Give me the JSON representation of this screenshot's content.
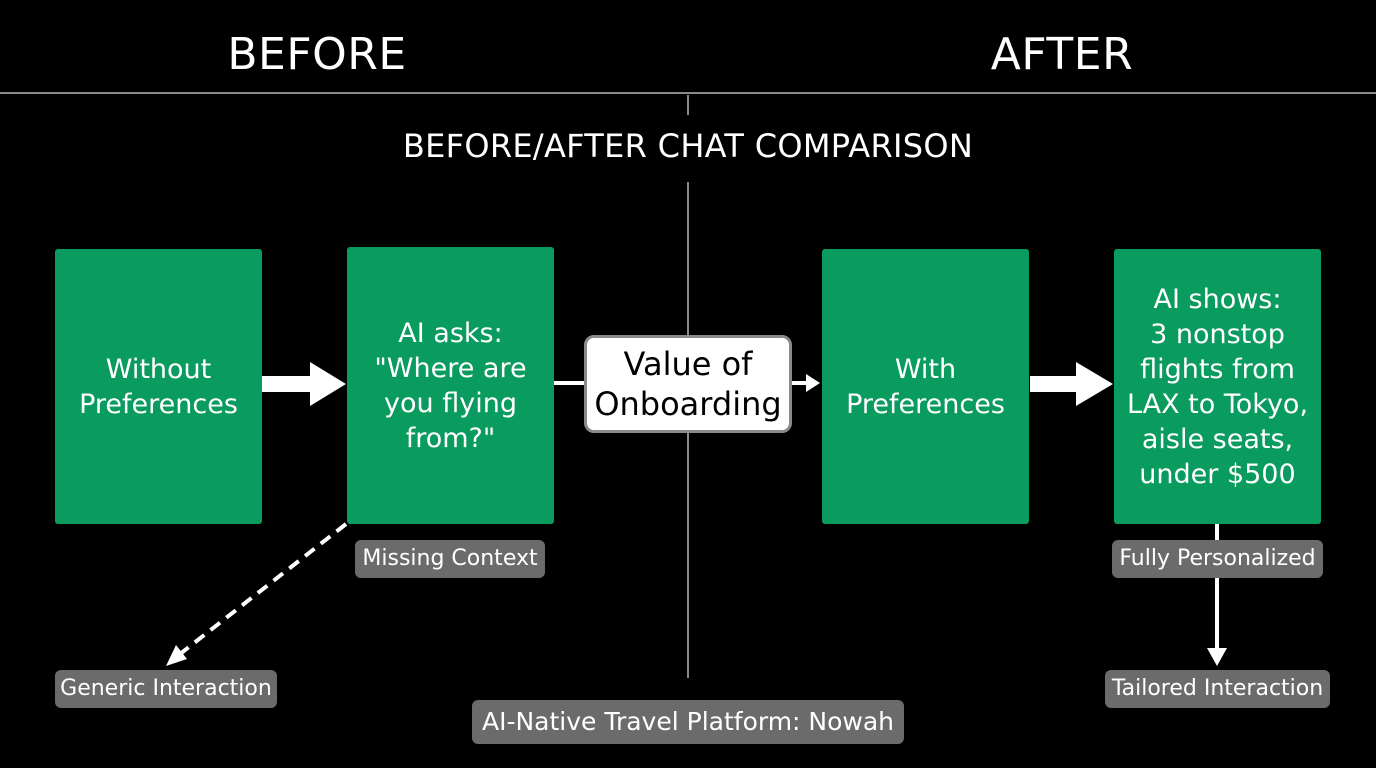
{
  "headers": {
    "before": "BEFORE",
    "after": "AFTER"
  },
  "subtitle": "BEFORE/AFTER CHAT COMPARISON",
  "before": {
    "card_without": "Without\nPreferences",
    "card_ai_asks": "AI asks:\n\"Where are\nyou flying\nfrom?\"",
    "badge_missing": "Missing Context",
    "result_generic": "Generic Interaction"
  },
  "center": {
    "value_box": "Value of\nOnboarding"
  },
  "after": {
    "card_with": "With\nPreferences",
    "card_ai_shows": "AI shows:\n3 nonstop\nflights from\nLAX to Tokyo,\naisle seats,\nunder $500",
    "badge_personalized": "Fully Personalized",
    "result_tailored": "Tailored Interaction"
  },
  "footer": "AI-Native Travel Platform: Nowah",
  "colors": {
    "background": "#000000",
    "card_green": "#0a9b5e",
    "pill_gray": "#6b6b6b",
    "divider": "#8a8a8a",
    "text": "#ffffff"
  }
}
